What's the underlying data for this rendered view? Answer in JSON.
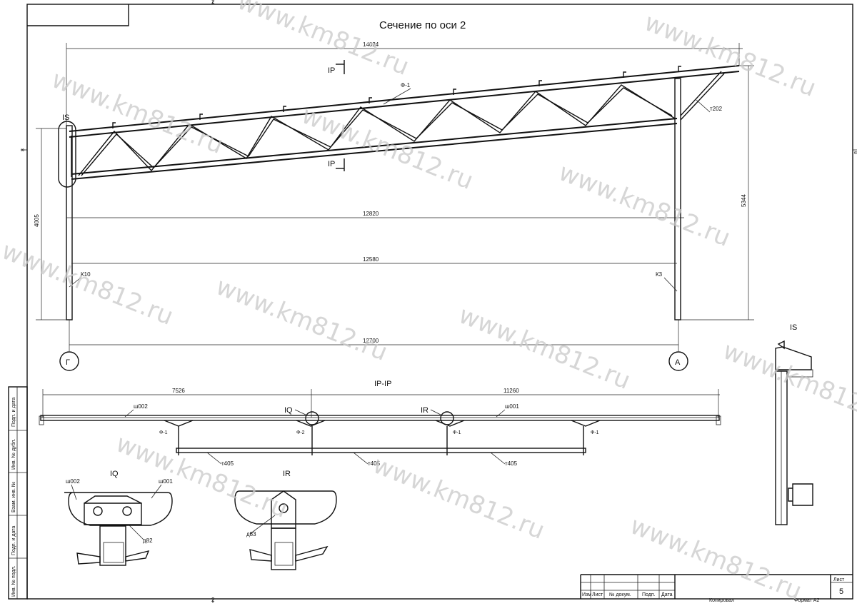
{
  "title": "Сечение по оси 2",
  "sheet_markers": {
    "top": "2",
    "bottom": "2",
    "left": "8",
    "right": "8"
  },
  "dimensions": {
    "overall": "14024",
    "height_left": "4005",
    "height_right": "5344",
    "span_12820": "12820",
    "span_12580": "12580",
    "span_12700": "12700",
    "dim_7526": "7526",
    "dim_11260": "11260"
  },
  "axes": {
    "left": "Г",
    "right": "А"
  },
  "labels": {
    "detail_is": "IS",
    "section_ip": "IP",
    "f1": "Ф-1",
    "f2": "Ф-2",
    "t202": "т202",
    "k10": "К10",
    "k3": "К3",
    "section_ipip": "IP-IP",
    "iq": "IQ",
    "ir": "IR",
    "sh002": "ш002",
    "sh001": "ш001",
    "t405": "т405",
    "d82": "д82",
    "d83": "д83"
  },
  "watermark": "www.km812.ru",
  "left_stamp": [
    "Подп. и дата",
    "Инв. № дубл.",
    "Взам. инв. №",
    "Подп. и дата",
    "Инв. № подл."
  ],
  "title_block": {
    "cols": [
      "Изм",
      "Лист",
      "№ докум.",
      "Подп.",
      "Дата"
    ],
    "list_label": "Лист",
    "list_value": "5",
    "copied": "Копировал",
    "format": "Формат А2"
  }
}
